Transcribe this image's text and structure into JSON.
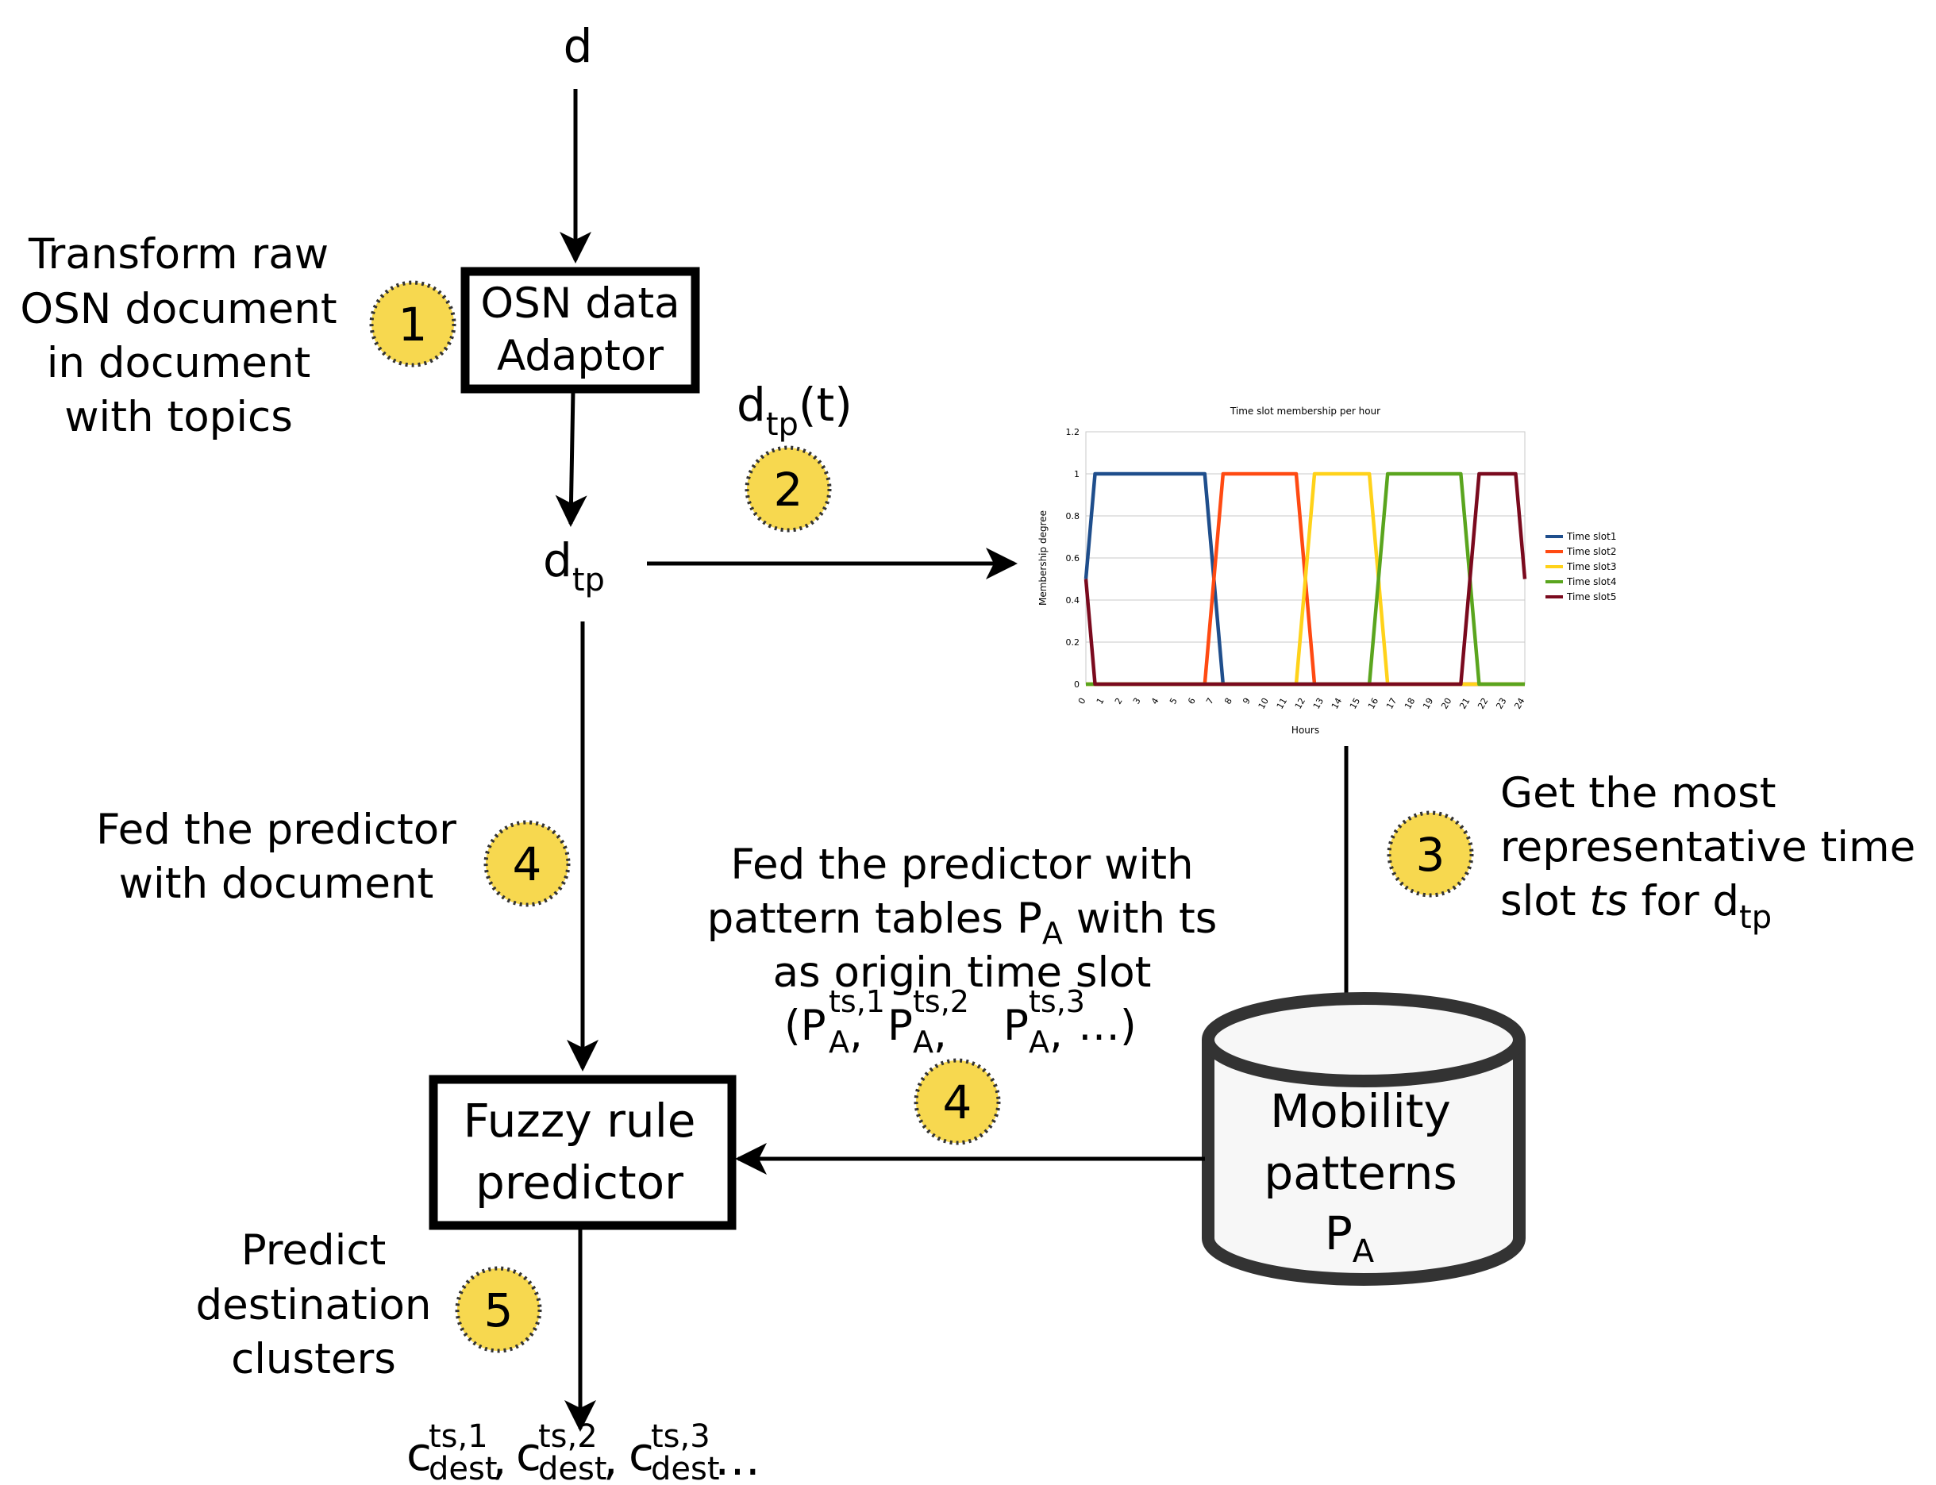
{
  "input": {
    "symbol": "d"
  },
  "adaptor": {
    "line1": "OSN data",
    "line2": "Adaptor",
    "description": [
      "Transform raw",
      "OSN document",
      "in document",
      "with topics"
    ]
  },
  "dtp": {
    "base": "d",
    "sub": "tp"
  },
  "dtp_t": {
    "base": "d",
    "sub": "tp",
    "arg": "(t)"
  },
  "steps": {
    "s1": "1",
    "s2": "2",
    "s3": "3",
    "s4a": "4",
    "s4b": "4",
    "s5": "5"
  },
  "step3_text": {
    "line1": "Get the most",
    "line2": "representative time",
    "line3_pre": "slot ",
    "line3_ts": "ts",
    "line3_for": " for d",
    "line3_sub": "tp"
  },
  "step4a_text": [
    "Fed the predictor",
    "with document"
  ],
  "step4b_text": {
    "line1": "Fed the predictor with",
    "line2_pre": "pattern tables P",
    "line2_sub": "A",
    "line2_post": " with ts",
    "line3": "as origin time slot",
    "p_open": "(P",
    "p_close": "…)",
    "p_sub": "A",
    "p_sup1": "ts,1",
    "p_sup2": "ts,2",
    "p_sup3": "ts,3",
    "p_mid": "P",
    "comma": ","
  },
  "predictor": {
    "line1": "Fuzzy rule",
    "line2": "predictor"
  },
  "mobility": {
    "line1": "Mobility",
    "line2": "patterns",
    "line3_base": "P",
    "line3_sub": "A"
  },
  "step5_text": [
    "Predict",
    "destination",
    "clusters"
  ],
  "output": {
    "base": "c",
    "sub": "dest",
    "sup1": "ts,1",
    "sup2": "ts,2",
    "sup3": "ts,3",
    "sep": ",",
    "tail": "…"
  },
  "colors": {
    "step_fill": "#f7d84f",
    "step_border": "#333333",
    "cylinder_fill": "#f7f7f7",
    "cylinder_stroke": "#333333"
  },
  "chart_data": {
    "type": "line",
    "title": "Time slot membership per hour",
    "xlabel": "Hours",
    "ylabel": "Membership degree",
    "x": [
      0,
      1,
      2,
      3,
      4,
      5,
      6,
      7,
      8,
      9,
      10,
      11,
      12,
      13,
      14,
      15,
      16,
      17,
      18,
      19,
      20,
      21,
      22,
      23,
      24
    ],
    "xlim": [
      0,
      24
    ],
    "ylim": [
      0,
      1.2
    ],
    "yticks": [
      "0",
      "0.2",
      "0.4",
      "0.6",
      "0.8",
      "1",
      "1.2"
    ],
    "grid": true,
    "legend_position": "right",
    "series": [
      {
        "name": "Time slot1",
        "color": "#1f4e8c",
        "points": [
          [
            0,
            0.5
          ],
          [
            0.5,
            1
          ],
          [
            6.5,
            1
          ],
          [
            7.5,
            0
          ],
          [
            24,
            0
          ]
        ]
      },
      {
        "name": "Time slot2",
        "color": "#ff4a12",
        "points": [
          [
            0,
            0
          ],
          [
            6.5,
            0
          ],
          [
            7.5,
            1
          ],
          [
            11.5,
            1
          ],
          [
            12.5,
            0
          ],
          [
            24,
            0
          ]
        ]
      },
      {
        "name": "Time slot3",
        "color": "#ffd21a",
        "points": [
          [
            0,
            0
          ],
          [
            11.5,
            0
          ],
          [
            12.5,
            1
          ],
          [
            15.5,
            1
          ],
          [
            16.5,
            0
          ],
          [
            24,
            0
          ]
        ]
      },
      {
        "name": "Time slot4",
        "color": "#5aa51e",
        "points": [
          [
            0,
            0
          ],
          [
            15.5,
            0
          ],
          [
            16.5,
            1
          ],
          [
            20.5,
            1
          ],
          [
            21.5,
            0
          ],
          [
            24,
            0
          ]
        ]
      },
      {
        "name": "Time slot5",
        "color": "#7a0a1e",
        "points": [
          [
            0,
            0.5
          ],
          [
            0.5,
            0
          ],
          [
            20.5,
            0
          ],
          [
            21.5,
            1
          ],
          [
            23.5,
            1
          ],
          [
            24,
            0.5
          ]
        ]
      }
    ]
  }
}
